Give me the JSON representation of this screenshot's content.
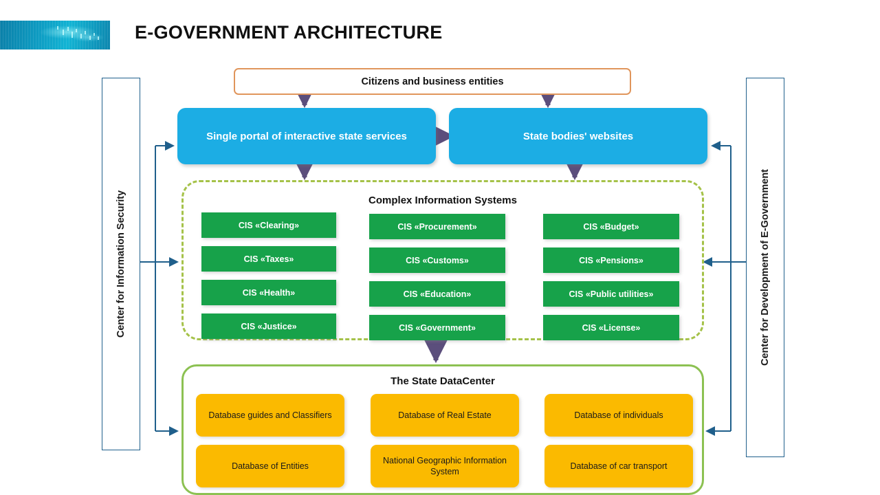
{
  "header": {
    "title": "E-GOVERNMENT ARCHITECTURE",
    "logo_name": "digital-wave-logo"
  },
  "colors": {
    "accent_blue": "#1CADE4",
    "cis_green": "#17A24A",
    "cis_border_green": "#A5C249",
    "datacenter_border_green": "#8CC152",
    "database_orange": "#FBBA00",
    "citizens_border_orange": "#E0955B",
    "connector_navy": "#1F5F8B",
    "arrow_purple": "#5B4E7C",
    "panel_border": "#1F5F8B"
  },
  "side_panels": {
    "left": {
      "label": "Center for Information Security"
    },
    "right": {
      "label": "Center for Development of E-Government"
    }
  },
  "top": {
    "citizens": "Citizens and business entities",
    "portal_single": "Single portal of interactive state services",
    "portal_sites": "State bodies' websites"
  },
  "cis": {
    "title": "Complex Information Systems",
    "columns": [
      [
        "CIS «Clearing»",
        "CIS «Taxes»",
        "CIS «Health»",
        "CIS «Justice»"
      ],
      [
        "CIS «Procurement»",
        "CIS «Customs»",
        "CIS «Education»",
        "CIS «Government»"
      ],
      [
        "CIS «Budget»",
        "CIS «Pensions»",
        "CIS «Public utilities»",
        "CIS «License»"
      ]
    ]
  },
  "datacenter": {
    "title": "The State DataCenter",
    "rows": [
      [
        "Database  guides and Classifiers",
        "Database  of Real Estate",
        "Database  of individuals"
      ],
      [
        "Database  of Entities",
        "National Geographic Information  System",
        "Database  of car transport"
      ]
    ]
  }
}
